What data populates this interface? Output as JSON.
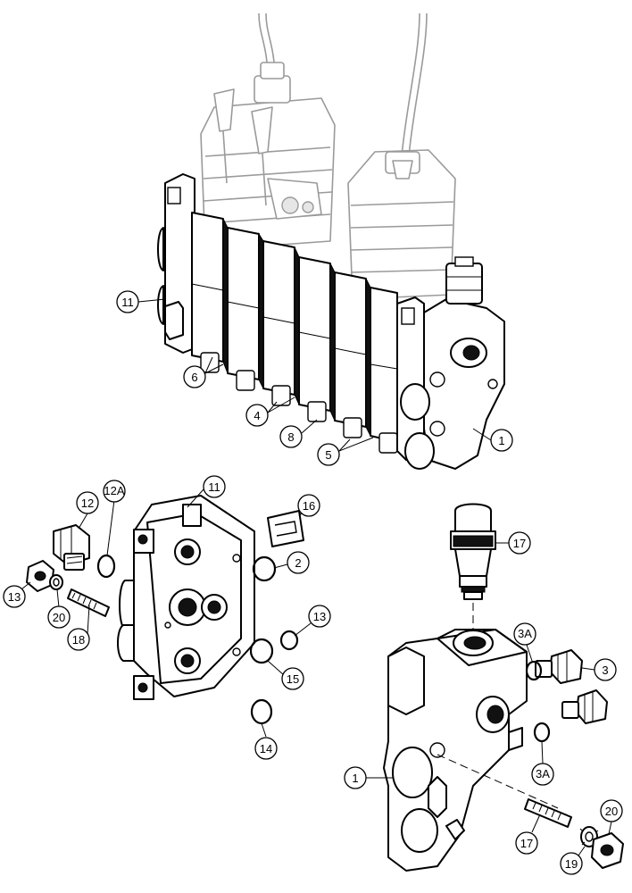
{
  "callouts": [
    {
      "id": "c-11-top",
      "label": "11"
    },
    {
      "id": "c-6",
      "label": "6"
    },
    {
      "id": "c-4",
      "label": "4"
    },
    {
      "id": "c-8",
      "label": "8"
    },
    {
      "id": "c-5",
      "label": "5"
    },
    {
      "id": "c-1-top",
      "label": "1"
    },
    {
      "id": "c-12",
      "label": "12"
    },
    {
      "id": "c-12a",
      "label": "12A"
    },
    {
      "id": "c-11-mid",
      "label": "11"
    },
    {
      "id": "c-16",
      "label": "16"
    },
    {
      "id": "c-2",
      "label": "2"
    },
    {
      "id": "c-13-a",
      "label": "13"
    },
    {
      "id": "c-15",
      "label": "15"
    },
    {
      "id": "c-14",
      "label": "14"
    },
    {
      "id": "c-13-b",
      "label": "13"
    },
    {
      "id": "c-20-left",
      "label": "20"
    },
    {
      "id": "c-18",
      "label": "18"
    },
    {
      "id": "c-17-left",
      "label": "17"
    },
    {
      "id": "c-3a-top",
      "label": "3A"
    },
    {
      "id": "c-3",
      "label": "3"
    },
    {
      "id": "c-3a-bottom",
      "label": "3A"
    },
    {
      "id": "c-1-bottom",
      "label": "1"
    },
    {
      "id": "c-17-right",
      "label": "17"
    },
    {
      "id": "c-19",
      "label": "19"
    },
    {
      "id": "c-20-right",
      "label": "20"
    }
  ]
}
